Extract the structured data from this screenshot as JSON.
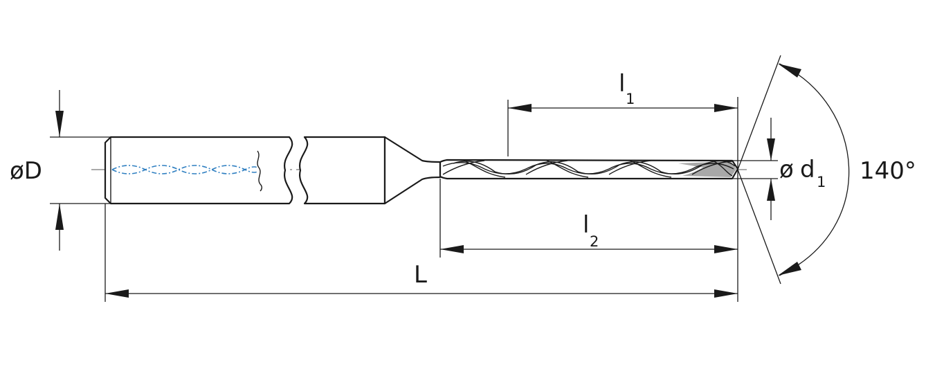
{
  "diagram": {
    "labels": {
      "shank_diameter": "øD",
      "tip_diameter_symbol": "ø",
      "tip_diameter_letter": "d",
      "tip_diameter_sub": "1",
      "point_angle": "140°",
      "flute_length_letter": "l",
      "flute_length_sub": "1",
      "body_length_letter": "l",
      "body_length_sub": "2",
      "overall_length": "L"
    },
    "colors": {
      "line": "#1a1a1a",
      "coolant_channel": "#2f7fc1",
      "tip_shading": "#a8a8a8"
    }
  }
}
